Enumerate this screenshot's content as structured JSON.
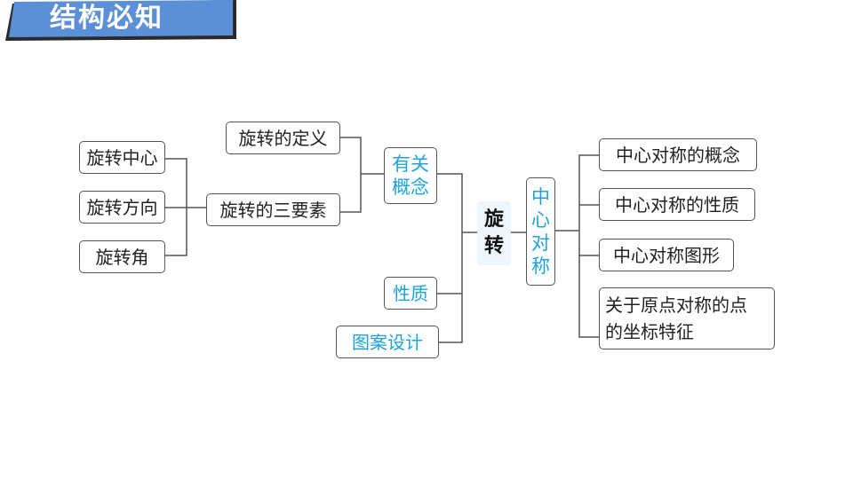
{
  "title": "结构必知",
  "colors": {
    "banner": "#5b8fd6",
    "accent": "#1ea3d8"
  },
  "center": {
    "line1": "旋",
    "line2": "转"
  },
  "left_branch": {
    "concept": {
      "line1": "有关",
      "line2": "概念"
    },
    "definition": "旋转的定义",
    "three_elements": "旋转的三要素",
    "elements": [
      "旋转中心",
      "旋转方向",
      "旋转角"
    ],
    "property": "性质",
    "pattern_design": "图案设计"
  },
  "right_branch": {
    "central_symmetry": {
      "c1": "中",
      "c2": "心",
      "c3": "对",
      "c4": "称"
    },
    "items": [
      "中心对称的概念",
      "中心对称的性质",
      "中心对称图形"
    ],
    "origin_item": {
      "line1": "关于原点对称的点",
      "line2": "的坐标特征"
    }
  }
}
